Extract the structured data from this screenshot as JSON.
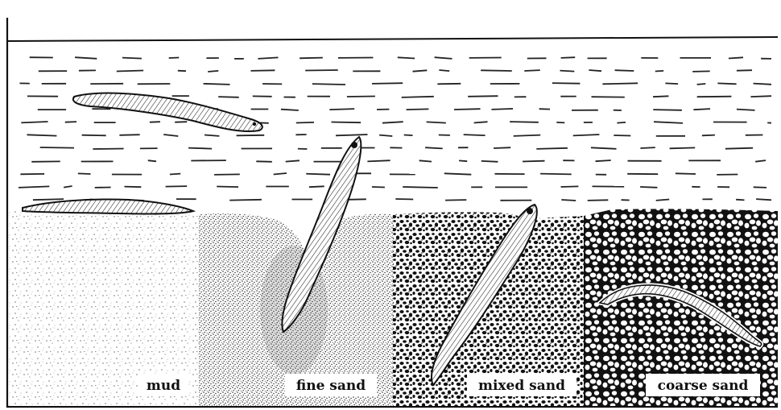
{
  "colors": {
    "ink": "#111111",
    "paper": "#ffffff"
  },
  "zones": [
    {
      "id": "mud",
      "label": "mud"
    },
    {
      "id": "fine-sand",
      "label": "fine sand"
    },
    {
      "id": "mixed-sand",
      "label": "mixed sand"
    },
    {
      "id": "coarse-sand",
      "label": "coarse sand"
    }
  ]
}
